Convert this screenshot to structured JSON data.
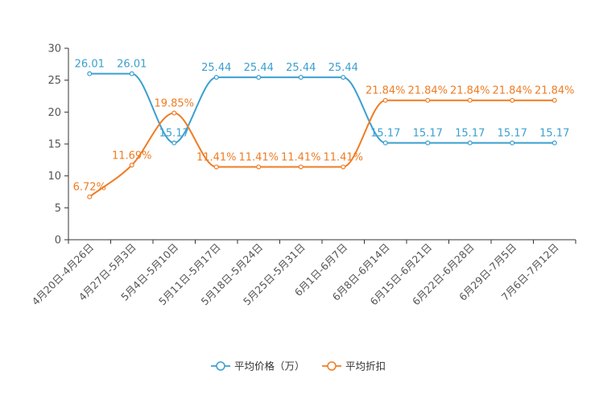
{
  "chart_data": {
    "type": "line",
    "title": "",
    "xlabel": "",
    "ylabel": "",
    "categories": [
      "4月20日-4月26日",
      "4月27日-5月3日",
      "5月4日-5月10日",
      "5月11日-5月17日",
      "5月18日-5月24日",
      "5月25日-5月31日",
      "6月1日-6月7日",
      "6月8日-6月14日",
      "6月15日-6月21日",
      "6月22日-6月28日",
      "6月29日-7月5日",
      "7月6日-7月12日"
    ],
    "ylim": [
      0,
      30
    ],
    "yticks": [
      0,
      5,
      10,
      15,
      20,
      25,
      30
    ],
    "smooth": true,
    "grid": false,
    "legend_position": "bottom-center",
    "series": [
      {
        "name": "平均价格（万）",
        "color": "#3a9fd0",
        "values": [
          26.01,
          26.01,
          15.17,
          25.44,
          25.44,
          25.44,
          25.44,
          15.17,
          15.17,
          15.17,
          15.17,
          15.17
        ],
        "labels": [
          "26.01",
          "26.01",
          "15.17",
          "25.44",
          "25.44",
          "25.44",
          "25.44",
          "15.17",
          "15.17",
          "15.17",
          "15.17",
          "15.17"
        ]
      },
      {
        "name": "平均折扣",
        "color": "#f07c23",
        "values": [
          6.72,
          11.69,
          19.85,
          11.41,
          11.41,
          11.41,
          11.41,
          21.84,
          21.84,
          21.84,
          21.84,
          21.84
        ],
        "labels": [
          "6.72%",
          "11.69%",
          "19.85%",
          "11.41%",
          "11.41%",
          "11.41%",
          "11.41%",
          "21.84%",
          "21.84%",
          "21.84%",
          "21.84%",
          "21.84%"
        ]
      }
    ]
  }
}
